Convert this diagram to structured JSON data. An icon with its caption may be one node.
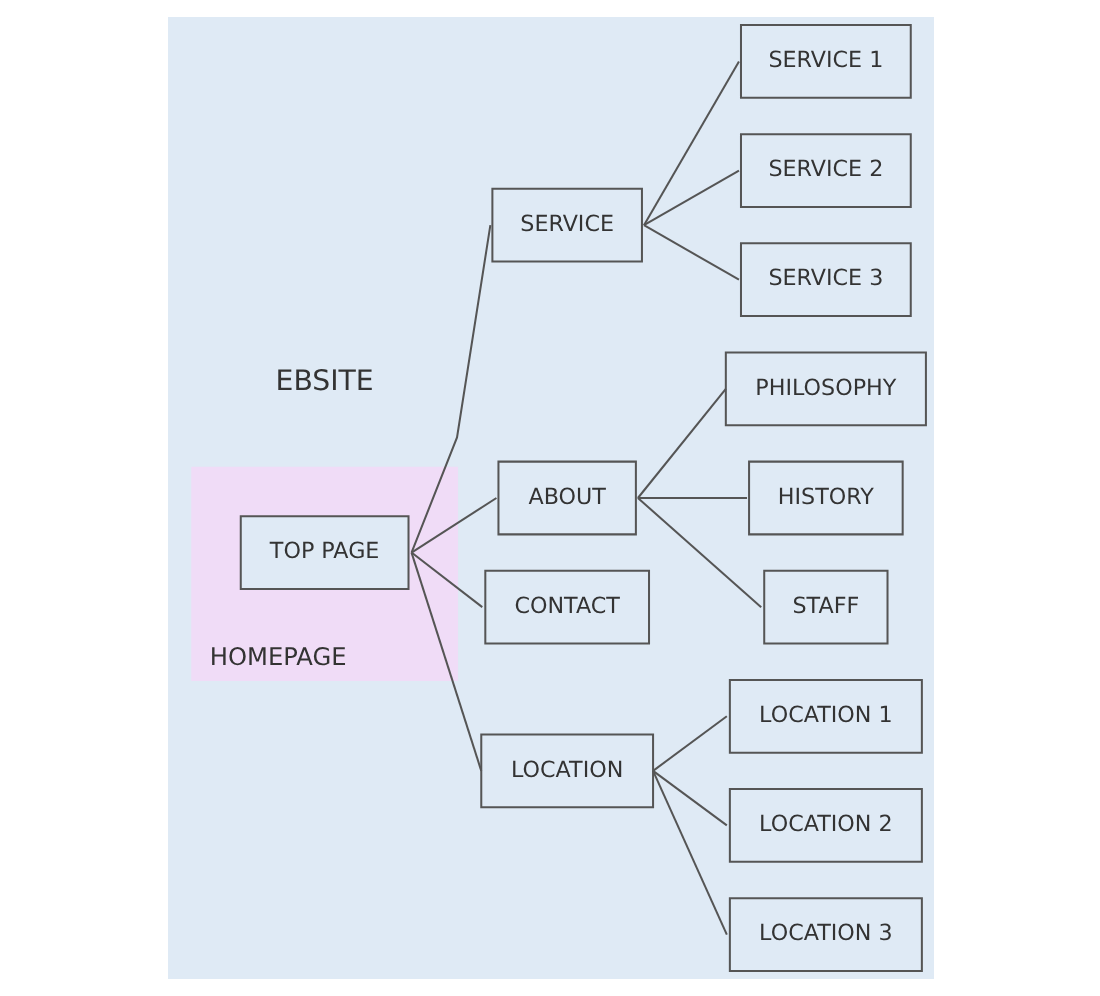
{
  "diagram": {
    "nodes": [
      {
        "text": [
          "HOMEPAGE"
        ]
      },
      {
        "text": [
          "TOP PAGE"
        ],
        "in": 0
      },
      {
        "text": [
          "SERVICE"
        ]
      },
      {
        "text": [
          "SERVICE 1"
        ]
      },
      {
        "text": [
          "SERVICE 2"
        ]
      },
      {
        "text": [
          "SERVICE 3"
        ]
      },
      {
        "text": [
          "ABOUT"
        ]
      },
      {
        "text": [
          "PHILOSOPHY"
        ]
      },
      {
        "text": [
          "HISTORY"
        ]
      },
      {
        "text": [
          "STAFF"
        ]
      },
      {
        "text": [
          "CONTACT"
        ]
      },
      {
        "text": [
          "LOCATION"
        ]
      },
      {
        "text": [
          "LOCATION 1"
        ]
      },
      {
        "text": [
          "LOCATION 2"
        ]
      },
      {
        "text": [
          "LOCATION 3"
        ]
      }
    ],
    "edges": [
      {
        "from": 1,
        "to": 2,
        "arrow": "none"
      },
      {
        "from": 1,
        "to": 6,
        "arrow": "none"
      },
      {
        "from": 1,
        "to": 10,
        "arrow": "none"
      },
      {
        "from": 1,
        "to": 11,
        "arrow": "none"
      },
      {
        "from": 2,
        "to": 3,
        "arrow": "none"
      },
      {
        "from": 2,
        "to": 4,
        "arrow": "none"
      },
      {
        "from": 2,
        "to": 5,
        "arrow": "none"
      },
      {
        "from": 6,
        "to": 7,
        "arrow": "none"
      },
      {
        "from": 6,
        "to": 8,
        "arrow": "none"
      },
      {
        "from": 6,
        "to": 9,
        "arrow": "none"
      },
      {
        "from": 11,
        "to": 12,
        "arrow": "none"
      },
      {
        "from": 11,
        "to": 13,
        "arrow": "none"
      },
      {
        "from": 11,
        "to": 14,
        "arrow": "none"
      }
    ],
    "labels": [
      "EBSITE"
    ]
  }
}
